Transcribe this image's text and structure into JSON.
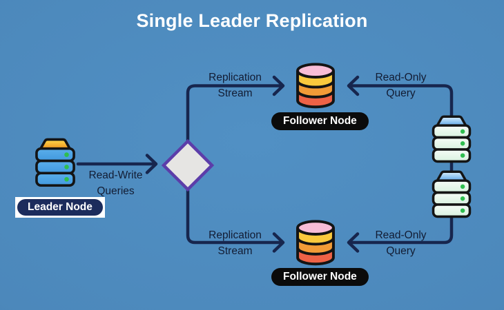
{
  "title": "Single Leader Replication",
  "nodes": {
    "leader": {
      "label": "Leader Node"
    },
    "follower_top": {
      "label": "Follower Node"
    },
    "follower_bottom": {
      "label": "Follower Node"
    }
  },
  "edges": {
    "read_write": {
      "line1": "Read-Write",
      "line2": "Queries"
    },
    "replication_top": {
      "line1": "Replication",
      "line2": "Stream"
    },
    "replication_bottom": {
      "line1": "Replication",
      "line2": "Stream"
    },
    "read_only_top": {
      "line1": "Read-Only",
      "line2": "Query"
    },
    "read_only_bottom": {
      "line1": "Read-Only",
      "line2": "Query"
    }
  },
  "icons": {
    "leader": "server-stack-icon",
    "read_replicas": "server-stack-icon",
    "followers": "database-cylinder-icon",
    "router": "diamond-decision-shape"
  },
  "colors": {
    "background": "#4C88BB",
    "line": "#17264E",
    "label_text": "#121C33",
    "title_text": "#FFFFFF",
    "diamond_fill": "#E6E5E3",
    "diamond_stroke": "#5C3DA9",
    "leader_pill_bg": "#1C2C5C",
    "leader_pill_box": "#FFFFFF",
    "follower_pill_bg": "#0B0B0B",
    "pill_text": "#FFFFFF",
    "icon_outline": "#141414",
    "server_dot_green": "#2FBE4F",
    "db_pink": "#F8BDD7",
    "db_yellow": "#FBC93D",
    "db_orange": "#F29B37",
    "db_red": "#EE6246"
  }
}
